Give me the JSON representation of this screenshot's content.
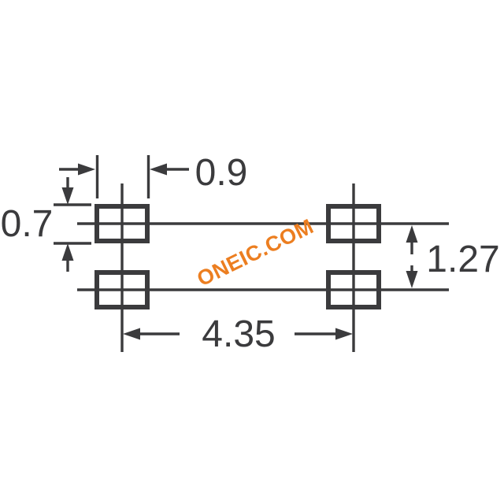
{
  "canvas": {
    "background": "#ffffff"
  },
  "colors": {
    "line": "#3b3b3d",
    "watermark": "#ec7e20"
  },
  "watermark": {
    "text": "ONEIC.COM"
  },
  "dimensions": {
    "pad_width": "0.9",
    "pad_height": "0.7",
    "horizontal_pitch": "4.35",
    "vertical_pitch": "1.27"
  },
  "pads": {
    "count": 4,
    "rows": 2,
    "columns": 2
  }
}
